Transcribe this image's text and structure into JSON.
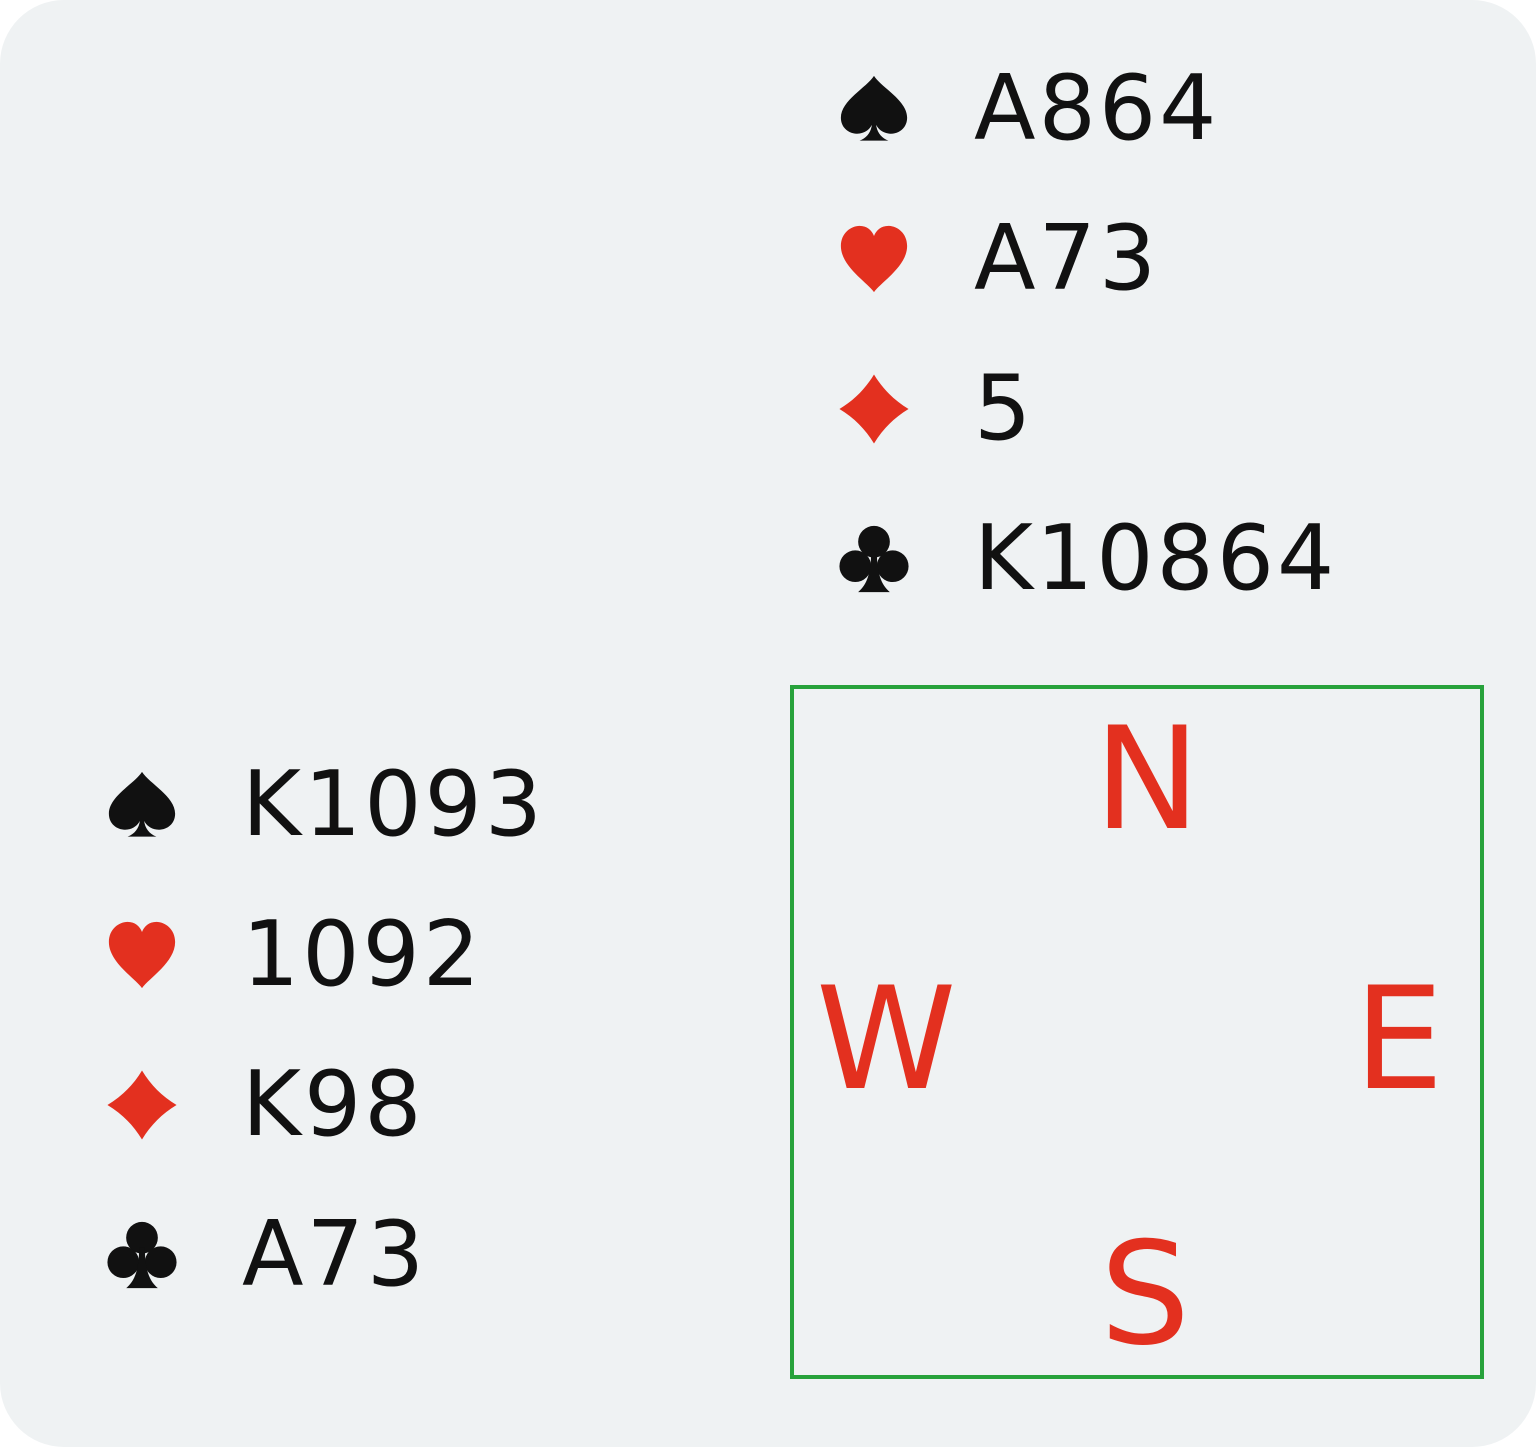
{
  "colors": {
    "background": "#eff2f3",
    "black_suit": "#111111",
    "red_suit": "#e3301f",
    "compass_border": "#27a23b",
    "direction_text": "#e3301f"
  },
  "hands": {
    "north": {
      "spades": "A864",
      "hearts": "A73",
      "diamonds": "5",
      "clubs": "K10864"
    },
    "west": {
      "spades": "K1093",
      "hearts": "1092",
      "diamonds": "K98",
      "clubs": "A73"
    }
  },
  "compass": {
    "north": "N",
    "west": "W",
    "east": "E",
    "south": "S"
  },
  "icons": {
    "spades": "spade-icon",
    "hearts": "heart-icon",
    "diamonds": "diamond-icon",
    "clubs": "club-icon"
  }
}
